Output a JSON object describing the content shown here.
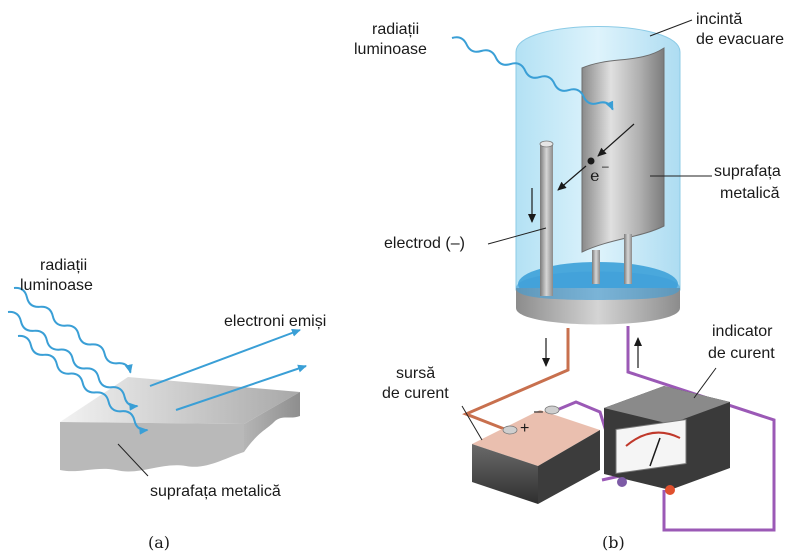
{
  "panel_a": {
    "caption": "(a)",
    "label_radiation_line1": "radiații",
    "label_radiation_line2": "luminoase",
    "label_electrons": "electroni emiși",
    "label_surface": "suprafața metalică"
  },
  "panel_b": {
    "caption": "(b)",
    "label_radiation_line1": "radiații",
    "label_radiation_line2": "luminoase",
    "label_chamber_line1": "incintă",
    "label_chamber_line2": "de evacuare",
    "label_surface_line1": "suprafața",
    "label_surface_line2": "metalică",
    "label_electrode": "electrod (–)",
    "label_electron": "e",
    "label_electron_sign": "–",
    "label_source_line1": "sursă",
    "label_source_line2": "de curent",
    "label_meter_line1": "indicator",
    "label_meter_line2": "de curent",
    "battery_plus": "+",
    "battery_minus": "–"
  },
  "colors": {
    "light_wave": "#3a9fd6",
    "wire_red": "#c8704e",
    "wire_purple": "#9b59b6",
    "glass": "#bfe6f5",
    "metal": "#c9c9c9"
  }
}
